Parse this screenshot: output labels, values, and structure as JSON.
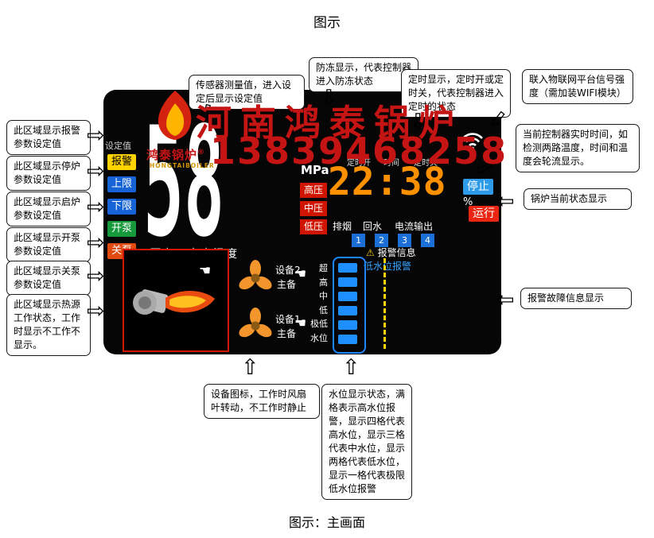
{
  "page": {
    "title": "图示",
    "caption": "图示：主画面"
  },
  "glyphs": {
    "arrow_right": "⇨",
    "arrow_left": "⇦",
    "arrow_up": "⇧",
    "arrow_down": "⇩",
    "hand": "☚",
    "warning": "⚠"
  },
  "colors": {
    "watermark_red": "#c41414",
    "clock_orange": "#ff9100",
    "alarm_yellow": "#ffd400",
    "button_blue": "#1663d6",
    "pump_on_green": "#169a3c",
    "pump_off_red": "#e24a10",
    "stop_blue": "#2d9be8",
    "run_red": "#ea2512",
    "level_blue": "#1e8fff"
  },
  "watermark": {
    "brand": "河南鸿泰锅炉",
    "phone": "13839468258",
    "logo_name": "鸿泰锅炉",
    "logo_reg": "®",
    "logo_latin": "HONGTAIBOILER"
  },
  "panel": {
    "setpoint_label": "设定值",
    "side_tabs": [
      {
        "label": "报警"
      },
      {
        "label": "上限"
      },
      {
        "label": "下限"
      },
      {
        "label": "开泵"
      },
      {
        "label": "关泵"
      }
    ],
    "main_reading": {
      "value": "58",
      "unit": "MPa",
      "caption": "压力　出水温度"
    },
    "pressure_tags": [
      "高压",
      "中压",
      "低压"
    ],
    "timer_row": [
      "定时开",
      "时间",
      "定时关"
    ],
    "clock": "22:38",
    "percent": "%",
    "stop": "停止",
    "run": "运行",
    "sensor_row": [
      "排烟",
      "回水",
      "电流输出"
    ],
    "channels": [
      "1",
      "2",
      "3",
      "4"
    ],
    "alarm": {
      "title": "报警信息",
      "message": "低水位报警"
    },
    "devices": [
      {
        "name": "设备2",
        "mode": "主备"
      },
      {
        "name": "设备1",
        "mode": "主备"
      }
    ],
    "level_labels": [
      "超",
      "高",
      "中",
      "低",
      "极低",
      "水位"
    ]
  },
  "callouts": {
    "left": [
      {
        "text": "此区域显示报警参数设定值"
      },
      {
        "text": "此区域显示停炉参数设定值"
      },
      {
        "text": "此区域显示启炉参数设定值"
      },
      {
        "text": "此区域显示开泵参数设定值"
      },
      {
        "text": "此区域显示关泵参数设定值"
      },
      {
        "text": "此区域显示热源工作状态，工作时显示不工作不显示。"
      }
    ],
    "top": [
      {
        "text": "传感器测量值，进入设定后显示设定值"
      },
      {
        "text": "防冻显示，代表控制器进入防冻状态"
      },
      {
        "text": "定时显示，定时开或定时关，代表控制器进入定时的状态"
      },
      {
        "text": "联入物联网平台信号强度（需加装WIFI模块）"
      }
    ],
    "right": [
      {
        "text": "当前控制器实时时间，如检测两路温度，时间和温度会轮流显示。"
      },
      {
        "text": "锅炉当前状态显示"
      },
      {
        "text": "报警故障信息显示"
      }
    ],
    "bottom": [
      {
        "text": "设备图标，工作时风扇叶转动，不工作时静止"
      },
      {
        "text": "水位显示状态，满格表示高水位报警，显示四格代表高水位，显示三格代表中水位，显示两格代表低水位，显示一格代表极限低水位报警"
      }
    ]
  }
}
